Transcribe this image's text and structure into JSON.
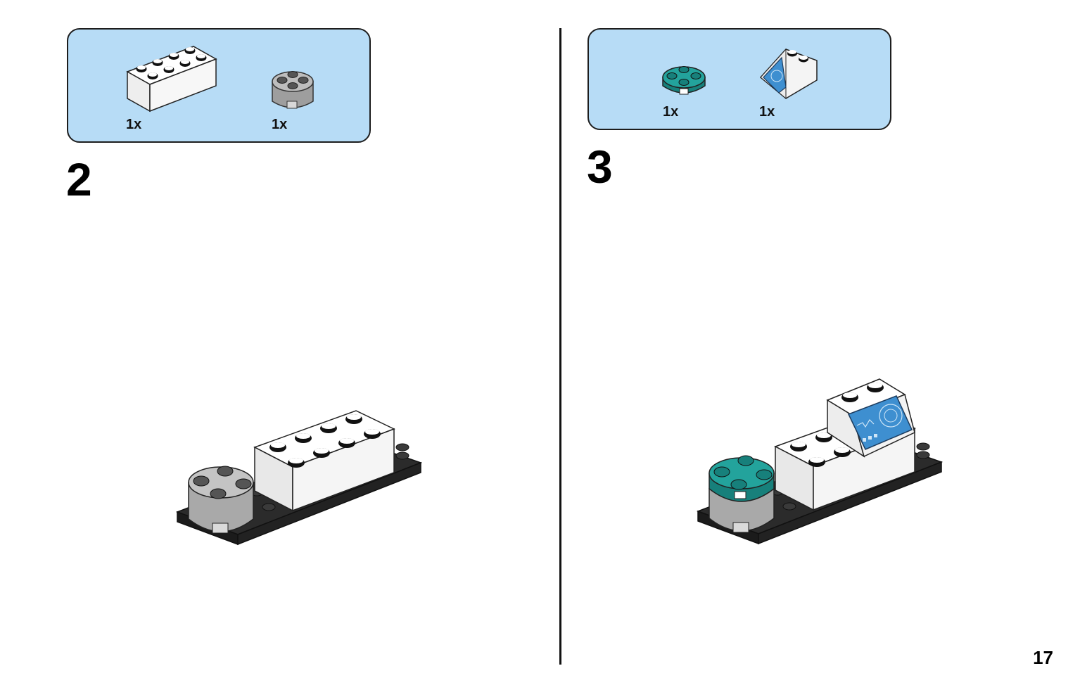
{
  "step_left": {
    "number": "2",
    "parts": [
      {
        "icon": "white-brick-2x4-icon",
        "qty": "1x"
      },
      {
        "icon": "gray-round-brick-2x2-icon",
        "qty": "1x"
      }
    ]
  },
  "step_right": {
    "number": "3",
    "parts": [
      {
        "icon": "teal-round-plate-2x2-icon",
        "qty": "1x"
      },
      {
        "icon": "white-slope-screen-printed-icon",
        "qty": "1x"
      }
    ]
  },
  "page_number": "17",
  "colors": {
    "parts_box_bg": "#b7dcf6",
    "teal": "#1f9a94",
    "gray": "#a8a8a8",
    "dark_plate": "#2b2b2b",
    "screen_blue": "#3e8fd0"
  }
}
